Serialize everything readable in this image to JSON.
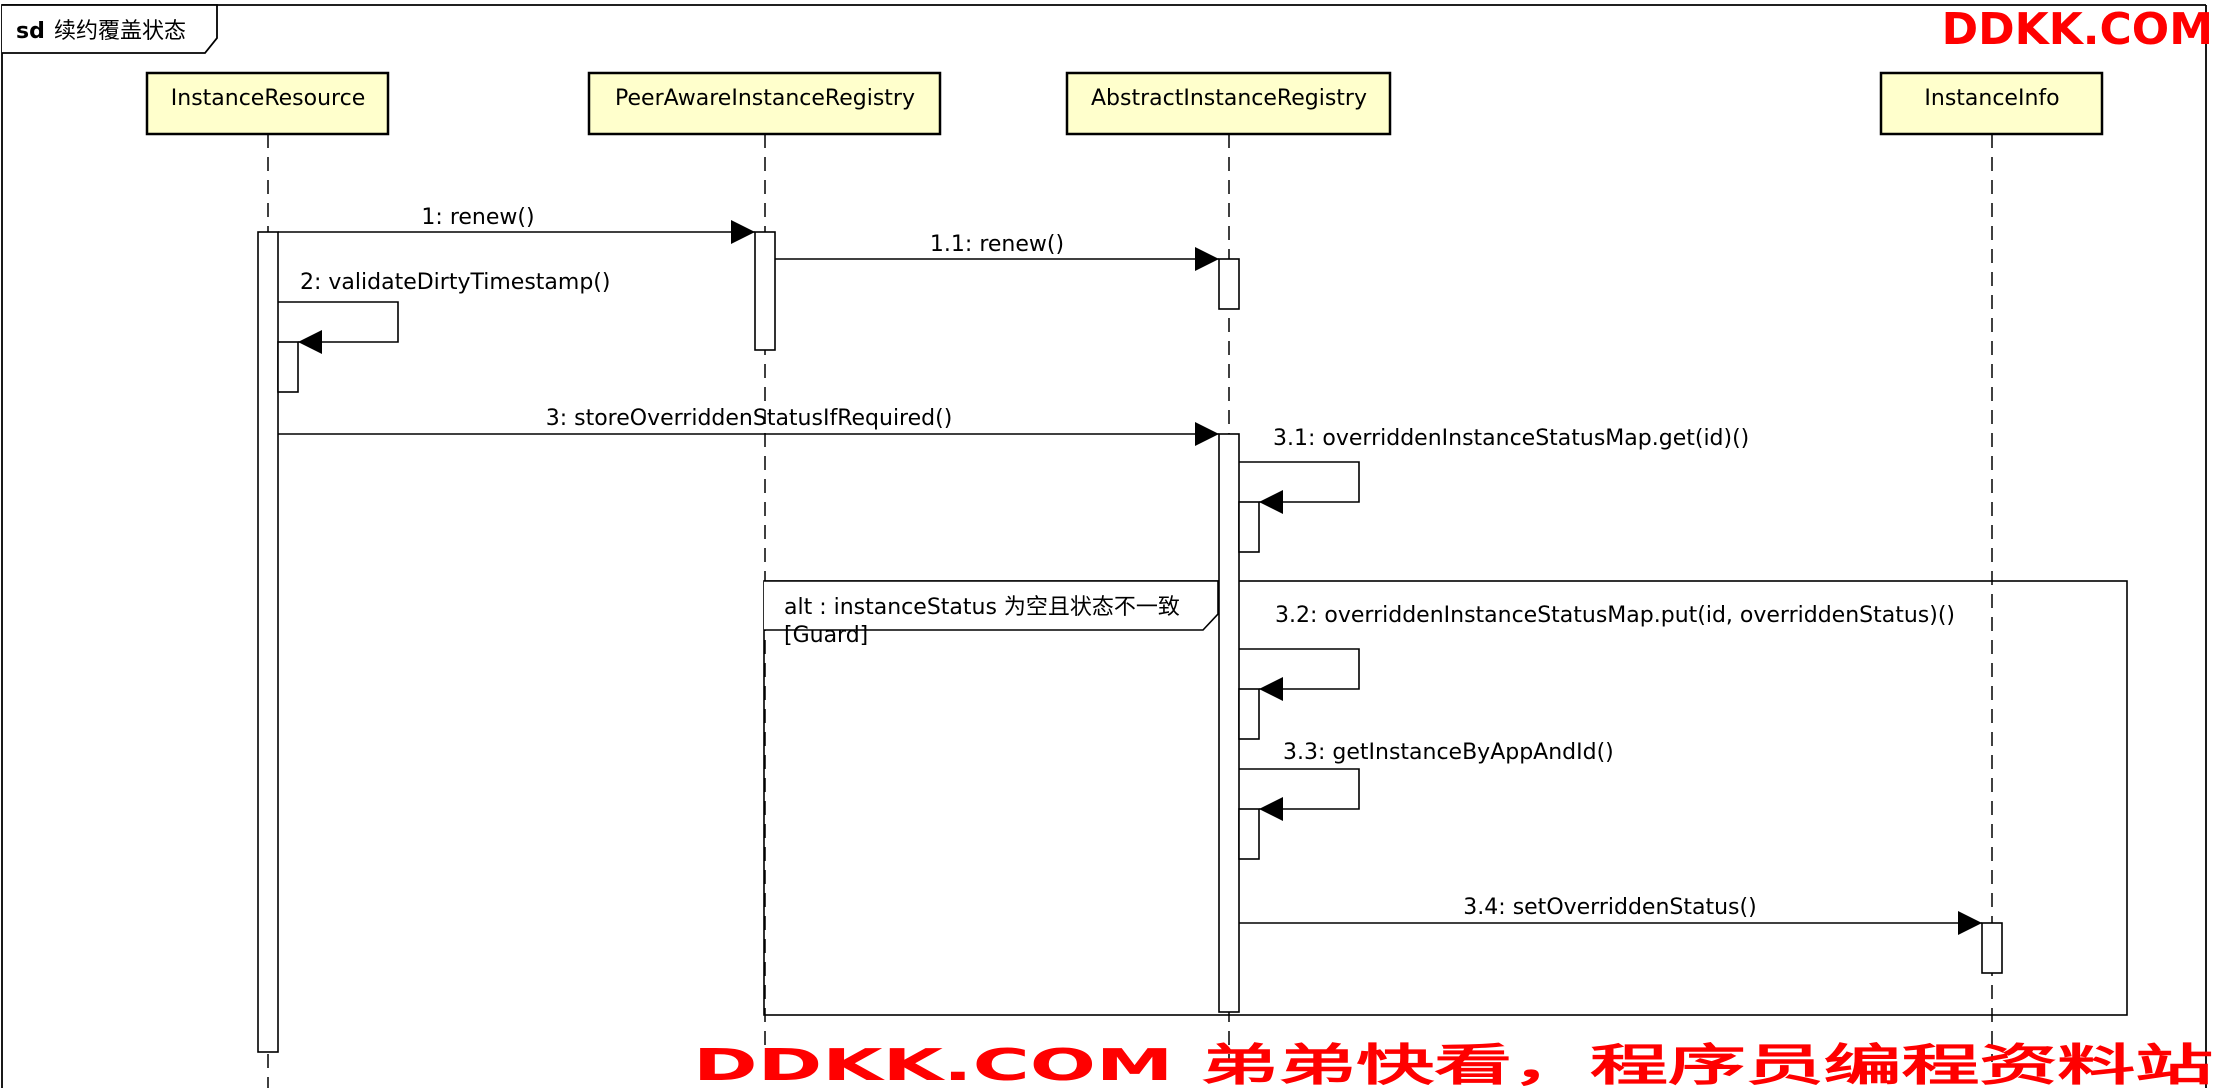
{
  "frame": {
    "keyword": "sd",
    "title": "续约覆盖状态"
  },
  "watermarks": {
    "top": "DDKK.COM",
    "bottom": "DDKK.COM 弟弟快看，程序员编程资料站",
    "color": "#ff0000"
  },
  "colors": {
    "participant_fill": "#ffffcc",
    "line": "#000000"
  },
  "participants": [
    {
      "id": "ir",
      "name": "InstanceResource"
    },
    {
      "id": "pair",
      "name": "PeerAwareInstanceRegistry"
    },
    {
      "id": "air",
      "name": "AbstractInstanceRegistry"
    },
    {
      "id": "ii",
      "name": "InstanceInfo"
    }
  ],
  "messages": [
    {
      "from": "ir",
      "to": "pair",
      "label": "1: renew()"
    },
    {
      "from": "pair",
      "to": "air",
      "label": "1.1: renew()"
    },
    {
      "from": "ir",
      "to": "ir",
      "label": "2: validateDirtyTimestamp()"
    },
    {
      "from": "ir",
      "to": "air",
      "label": "3: storeOverriddenStatusIfRequired()"
    },
    {
      "from": "air",
      "to": "air",
      "label": "3.1: overriddenInstanceStatusMap.get(id)()"
    },
    {
      "from": "air",
      "to": "air",
      "label": "3.2: overriddenInstanceStatusMap.put(id, overriddenStatus)()"
    },
    {
      "from": "air",
      "to": "air",
      "label": "3.3: getInstanceByAppAndId()"
    },
    {
      "from": "air",
      "to": "ii",
      "label": "3.4: setOverriddenStatus()"
    }
  ],
  "fragment": {
    "operator": "alt : instanceStatus 为空且状态不一致",
    "guard": "[Guard]"
  }
}
